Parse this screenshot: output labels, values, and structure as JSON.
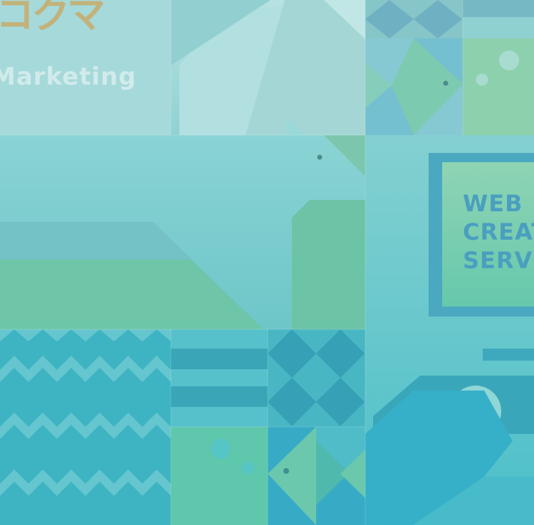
{
  "logo": {
    "kana": "コクマ",
    "subtitle": "Marketing"
  },
  "sign": {
    "lines": [
      "WEB",
      "CREAT",
      "SERVIC"
    ]
  },
  "colors": {
    "sky": "#a9dcdc",
    "teal_dark": "#3aa3b4",
    "teal_mid": "#4cbcc8",
    "mint": "#6cc4a6",
    "sand": "#c2b27a",
    "frame": "#4aa8c0"
  }
}
